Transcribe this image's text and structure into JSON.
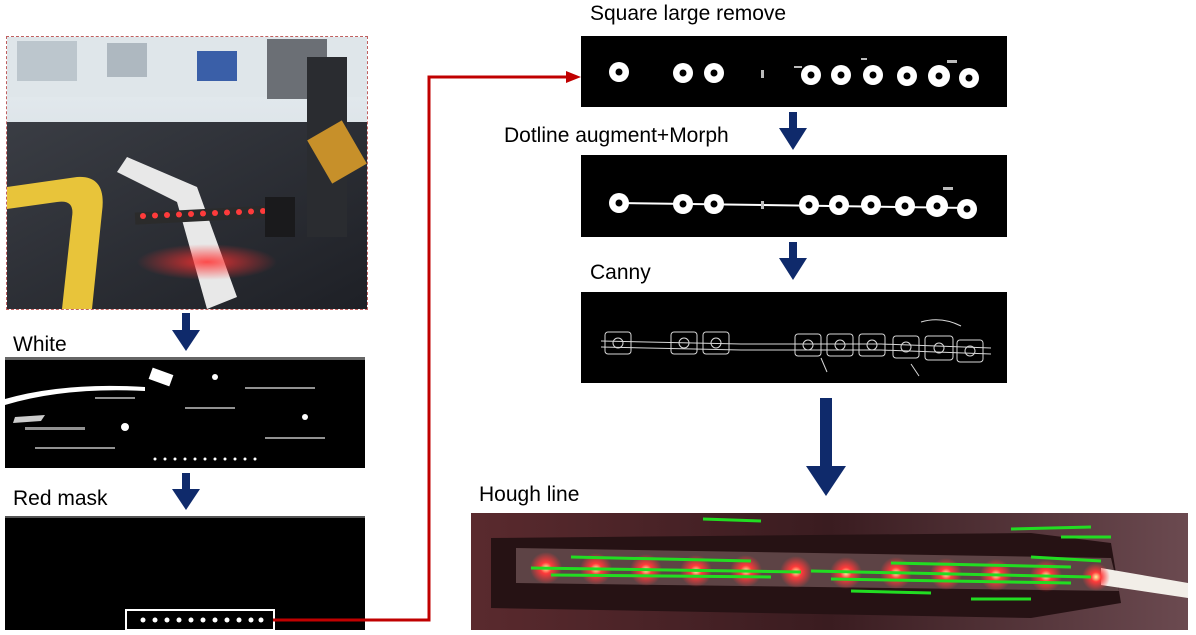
{
  "labels": {
    "white": "White",
    "red_mask": "Red mask",
    "square_large_remove": "Square large remove",
    "dotline_augment": "Dotline augment+Morph",
    "canny": "Canny",
    "hough_line": "Hough line"
  },
  "colors": {
    "arrow_blue": "#0f2a6b",
    "connector_red": "#c00000",
    "led_red": "#ff2a2a",
    "hough_green": "#22dd22"
  },
  "led_count": 11
}
